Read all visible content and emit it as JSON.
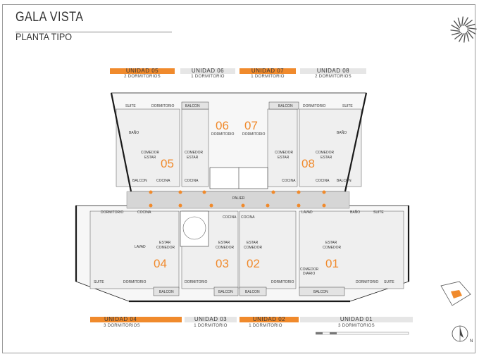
{
  "header": {
    "title": "GALA VISTA",
    "subtitle": "PLANTA TIPO"
  },
  "colors": {
    "accent": "#f08a2c",
    "neutral_bar": "#e6e6e6",
    "corridor": "#d6d6d6",
    "wall": "#1a1a1a"
  },
  "top_units": [
    {
      "name": "UNIDAD  05",
      "sub": "2 DORMITORIOS",
      "highlight": true
    },
    {
      "name": "UNIDAD  06",
      "sub": "1 DORMITORIO",
      "highlight": false
    },
    {
      "name": "UNIDAD  07",
      "sub": "1 DORMITORIO",
      "highlight": true
    },
    {
      "name": "UNIDAD  08",
      "sub": "2 DORMITORIOS",
      "highlight": false
    }
  ],
  "bottom_units": [
    {
      "name": "UNIDAD  04",
      "sub": "3 DORMITORIOS",
      "highlight": true
    },
    {
      "name": "UNIDAD  03",
      "sub": "1 DORMITORIO",
      "highlight": false
    },
    {
      "name": "UNIDAD  02",
      "sub": "1 DORMITORIO",
      "highlight": true
    },
    {
      "name": "UNIDAD  01",
      "sub": "3 DORMITORIOS",
      "highlight": false
    }
  ],
  "unit_numbers": {
    "u01": "01",
    "u02": "02",
    "u03": "03",
    "u04": "04",
    "u05": "05",
    "u06": "06",
    "u07": "07",
    "u08": "08"
  },
  "rooms": {
    "suite": "SUITE",
    "dormitorio": "DORMITORIO",
    "dormitorio_upper": "DORMITORIO",
    "balcon": "BALCON",
    "bano": "BAÑO",
    "comedor": "COMEDOR",
    "estar": "ESTAR",
    "cocina": "COCINA",
    "palier": "PALIER",
    "lavad": "LAVAD",
    "comedor_diario_1": "COMEDOR",
    "comedor_diario_2": "DIARIO",
    "estar_comedor_1": "ESTAR",
    "estar_comedor_2": "COMEDOR"
  },
  "compass": {
    "label": "N"
  }
}
